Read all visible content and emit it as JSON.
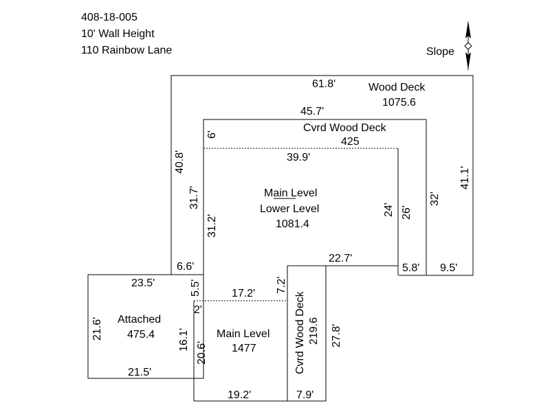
{
  "header": {
    "parcel_id": "408-18-005",
    "wall_height": "10' Wall Height",
    "address": "110 Rainbow Lane"
  },
  "slope": {
    "label": "Slope",
    "icon": "slope-arrow-icon"
  },
  "areas": {
    "wood_deck": {
      "name": "Wood Deck",
      "value": "1075.6"
    },
    "cvrd_wood_deck_top": {
      "name": "Cvrd Wood Deck",
      "value": "425"
    },
    "main_lower": {
      "name_top": "Main Level",
      "name_bottom": "Lower Level",
      "value": "1081.4"
    },
    "attached": {
      "name": "Attached",
      "value": "475.4"
    },
    "main_level": {
      "name": "Main Level",
      "value": "1477"
    },
    "cvrd_wood_deck_side": {
      "name": "Cvrd Wood Deck",
      "value": "219.6"
    }
  },
  "dimensions": {
    "wd_top": "61.8'",
    "wd_left": "40.8'",
    "wd_right": "41.1'",
    "wd_bottom_right": "9.5'",
    "cvd_top": "45.7'",
    "cvd_left": "6'",
    "cvd_right": "32'",
    "ml_left_upper": "31.7'",
    "ml_top": "39.9'",
    "ml_left_lower": "31.2'",
    "ml_right": "24'",
    "ml_right2": "26'",
    "ml_bottom_right": "22.7'",
    "ml_step": "5.8'",
    "att_step": "6.6'",
    "att_top": "23.5'",
    "att_left": "21.6'",
    "att_bottom": "21.5'",
    "att_right_small": "5.5'",
    "att_right": "16.1'",
    "main_top": "17.2'",
    "main_small": "2'",
    "main_step": "7.2'",
    "main_left": "20.6'",
    "main_bottom": "19.2'",
    "side_deck_right": "27.8'",
    "side_deck_bottom": "7.9'"
  }
}
